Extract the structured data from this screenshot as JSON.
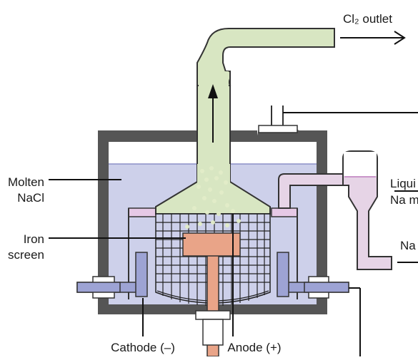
{
  "diagram": {
    "labels": {
      "cl2_outlet": "Cl₂ outlet",
      "molten_nacl_1": "Molten",
      "molten_nacl_2": "NaCl",
      "iron_screen_1": "Iron",
      "iron_screen_2": "screen",
      "cathode": "Cathode (–)",
      "anode": "Anode (+)",
      "liquid_na_1": "Liqui",
      "liquid_na_2": "Na m",
      "na_partial": "Na"
    },
    "colors": {
      "molten_salt": "#cdd0ea",
      "chlorine_gas": "#d8e6c2",
      "anode": "#e9a488",
      "liquid_sodium": "#e6d4e6",
      "sodium_surface": "#d08fcd",
      "cell_wall": "#555555",
      "cathode": "#9da3d4"
    }
  }
}
